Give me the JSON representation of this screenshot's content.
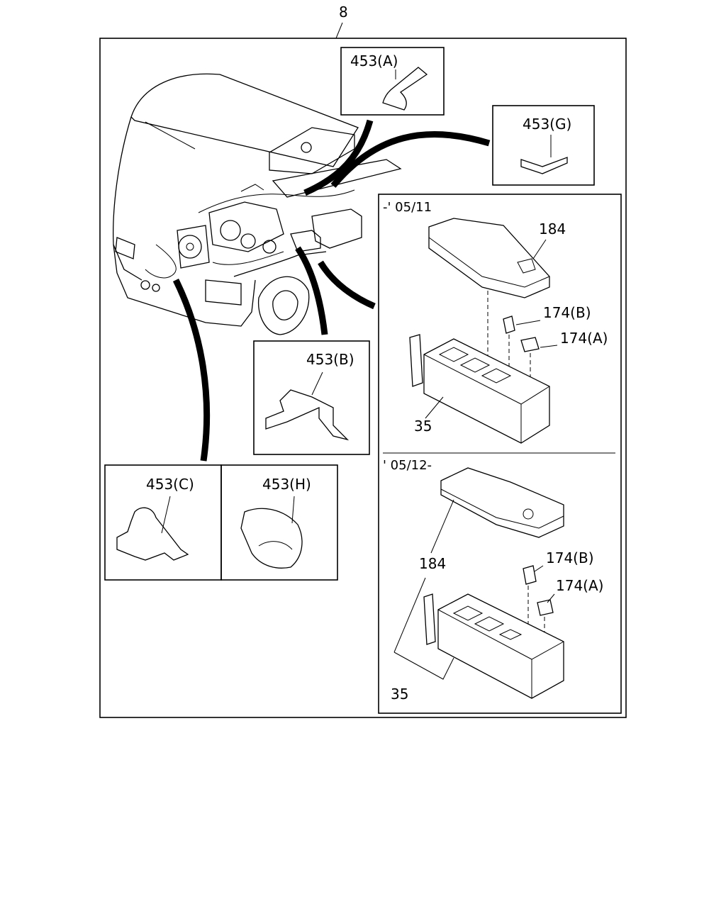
{
  "diagram": {
    "assembly_ref": "8",
    "callouts": {
      "c453a": "453(A)",
      "c453g": "453(G)",
      "c453b": "453(B)",
      "c453c": "453(C)",
      "c453h": "453(H)"
    },
    "panel_early": {
      "date": "-' 05/11",
      "cover": "184",
      "relay_b": "174(B)",
      "relay_a": "174(A)",
      "box": "35"
    },
    "panel_late": {
      "date": "' 05/12-",
      "cover": "184",
      "relay_b": "174(B)",
      "relay_a": "174(A)",
      "box": "35"
    }
  }
}
